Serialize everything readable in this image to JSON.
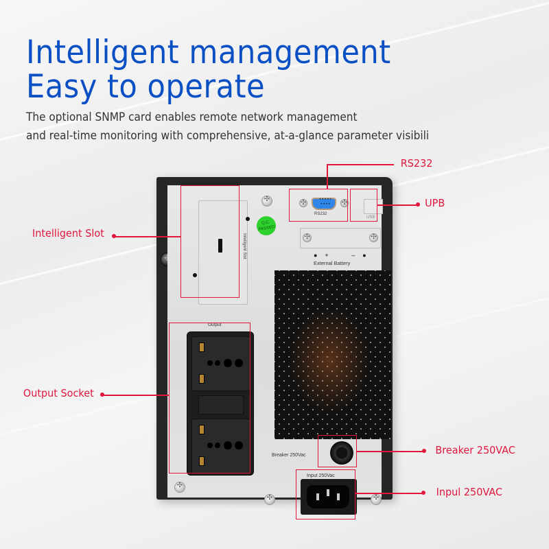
{
  "headline": {
    "line1": "Intelligent management",
    "line2": "Easy to operate"
  },
  "subtitle": {
    "line1": "The optional SNMP card enables remote network management",
    "line2": "and real-time monitoring with comprehensive, at-a-glance parameter visibili"
  },
  "colors": {
    "headline": "#0a4fc4",
    "callout": "#e0163d",
    "body_text": "#333333"
  },
  "device": {
    "slot_vertical_label": "Intelligent Slot",
    "qc_sticker": "Q.C. PASSED",
    "db9_label": "RS232",
    "usb_label": "USB",
    "battery_terminals": "●  +       –  ●",
    "battery_label": "External  Battery",
    "output_label": "Output",
    "breaker_label": "Breaker 250Vac",
    "inlet_label": "Input  250Vac"
  },
  "callouts": {
    "rs232": "RS232",
    "upb": "UPB",
    "intelligent_slot": "Intelligent Slot",
    "output_socket": "Output Socket",
    "breaker": "Breaker 250VAC",
    "input": "Inpul 250VAC"
  }
}
